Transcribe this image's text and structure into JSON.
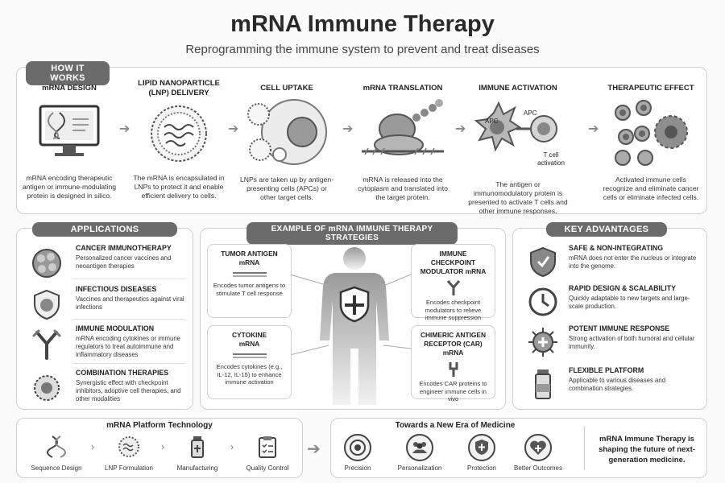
{
  "header": {
    "title": "mRNA Immune Therapy",
    "subtitle": "Reprogramming the immune system to prevent and treat diseases"
  },
  "how_it_works": {
    "label": "HOW IT WORKS",
    "steps": [
      {
        "title": "mRNA DESIGN",
        "text": "mRNA encoding therapeutic antigen or immune-modulating protein is designed in silico."
      },
      {
        "title": "LIPID NANOPARTICLE (LNP) DELIVERY",
        "text": "The mRNA is encapsulated in LNPs to protect it and enable efficient delivery to cells."
      },
      {
        "title": "CELL UPTAKE",
        "text": "LNPs are taken up by antigen-presenting cells (APCs) or other target cells."
      },
      {
        "title": "mRNA TRANSLATION",
        "text": "mRNA is released into the cytoplasm and translated into the target protein."
      },
      {
        "title": "IMMUNE ACTIVATION",
        "text": "The antigen or immunomodulatory protein is presented to activate T cells and other immune responses."
      },
      {
        "title": "THERAPEUTIC EFFECT",
        "text": "Activated immune cells recognize and eliminate cancer cells or eliminate infected cells."
      }
    ],
    "apc_label": "APC",
    "apc_label2": "APC",
    "tcell_label": "T cell activation"
  },
  "applications": {
    "label": "APPLICATIONS",
    "items": [
      {
        "title": "CANCER IMMUNOTHERAPY",
        "text": "Personalized cancer vaccines and neoantigen therapies"
      },
      {
        "title": "INFECTIOUS DISEASES",
        "text": "Vaccines and therapeutics against viral infections"
      },
      {
        "title": "IMMUNE MODULATION",
        "text": "mRNA encoding cytokines or immune regulators to treat autoimmune and inflammatory diseases"
      },
      {
        "title": "COMBINATION THERAPIES",
        "text": "Synergistic effect with checkpoint inhibitors, adoptive cell therapies, and other modalities"
      }
    ]
  },
  "strategies": {
    "label": "EXAMPLE OF mRNA IMMUNE THERAPY STRATEGIES",
    "boxes": [
      {
        "title": "TUMOR ANTIGEN mRNA",
        "text": "Encodes tumor antigens to stimulate T cell response"
      },
      {
        "title": "CYTOKINE mRNA",
        "text": "Encodes cytokines (e.g., IL-12, IL-15) to enhance immune activation"
      },
      {
        "title": "IMMUNE CHECKPOINT MODULATOR mRNA",
        "text": "Encodes checkpoint modulators to relieve immune suppression"
      },
      {
        "title": "CHIMERIC ANTIGEN RECEPTOR (CAR) mRNA",
        "text": "Encodes CAR proteins to engineer immune cells in vivo"
      }
    ]
  },
  "advantages": {
    "label": "KEY ADVANTAGES",
    "items": [
      {
        "title": "SAFE & NON-INTEGRATING",
        "text": "mRNA does not enter the nucleus or integrate into the genome."
      },
      {
        "title": "RAPID DESIGN & SCALABILITY",
        "text": "Quickly adaptable to new targets and large-scale production."
      },
      {
        "title": "POTENT IMMUNE RESPONSE",
        "text": "Strong activation of both humoral and cellular immunity."
      },
      {
        "title": "FLEXIBLE PLATFORM",
        "text": "Applicable to various diseases and combination strategies."
      }
    ]
  },
  "platform": {
    "title": "mRNA Platform Technology",
    "steps": [
      "Sequence Design",
      "LNP Formulation",
      "Manufacturing",
      "Quality Control"
    ]
  },
  "new_era": {
    "title": "Towards a New Era of Medicine",
    "items": [
      "Precision",
      "Personalization",
      "Protection",
      "Better Outcomes"
    ],
    "tagline": "mRNA Immune Therapy is shaping the future of next-generation medicine."
  }
}
